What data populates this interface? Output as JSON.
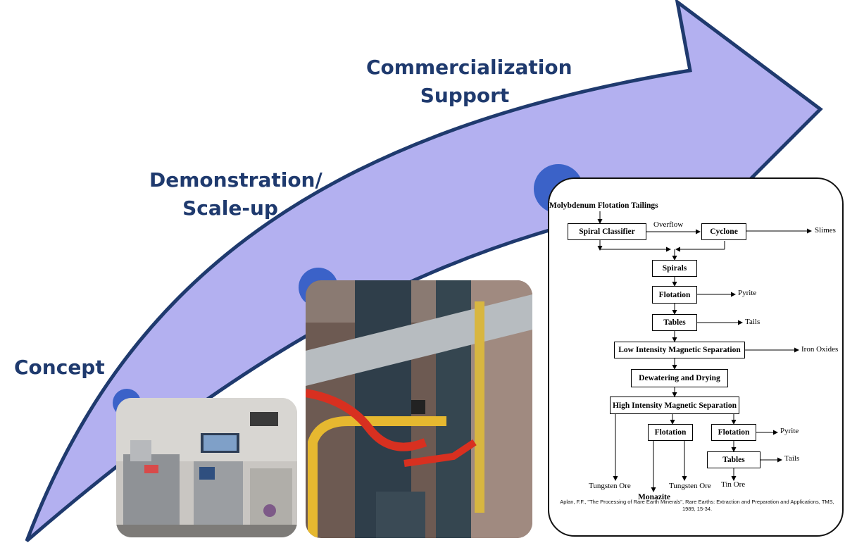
{
  "stages": {
    "concept": "Concept",
    "demonstration_line1": "Demonstration/",
    "demonstration_line2": "Scale-up",
    "commercialization_line1": "Commercialization",
    "commercialization_line2": "Support"
  },
  "colors": {
    "arrow_fill": "#b3b0f0",
    "arrow_stroke": "#1f3a6e",
    "label": "#1f3a6e",
    "dot": "#3b62c8"
  },
  "flowchart": {
    "feed": "Molybdenum Flotation Tailings",
    "spiral_classifier": "Spiral Classifier",
    "overflow": "Overflow",
    "cyclone": "Cyclone",
    "slimes": "Slimes",
    "spirals": "Spirals",
    "flotation_1": "Flotation",
    "pyrite_1": "Pyrite",
    "tables_1": "Tables",
    "tails_1": "Tails",
    "lims": "Low Intensity Magnetic Separation",
    "iron_oxides": "Iron Oxides",
    "dewatering": "Dewatering and Drying",
    "hims": "High Intensity Magnetic Separation",
    "flotation_2": "Flotation",
    "flotation_3": "Flotation",
    "pyrite_2": "Pyrite",
    "tables_2": "Tables",
    "tails_2": "Tails",
    "tungsten_ore_1": "Tungsten Ore",
    "monazite": "Monazite",
    "tungsten_ore_2": "Tungsten Ore",
    "tin_ore": "Tin Ore",
    "citation": "Aplan, F.F., \"The Processing of Rare Earth Minerals\", Rare Earths: Extraction and Preparation and Applications, TMS, 1989, 15-34."
  }
}
